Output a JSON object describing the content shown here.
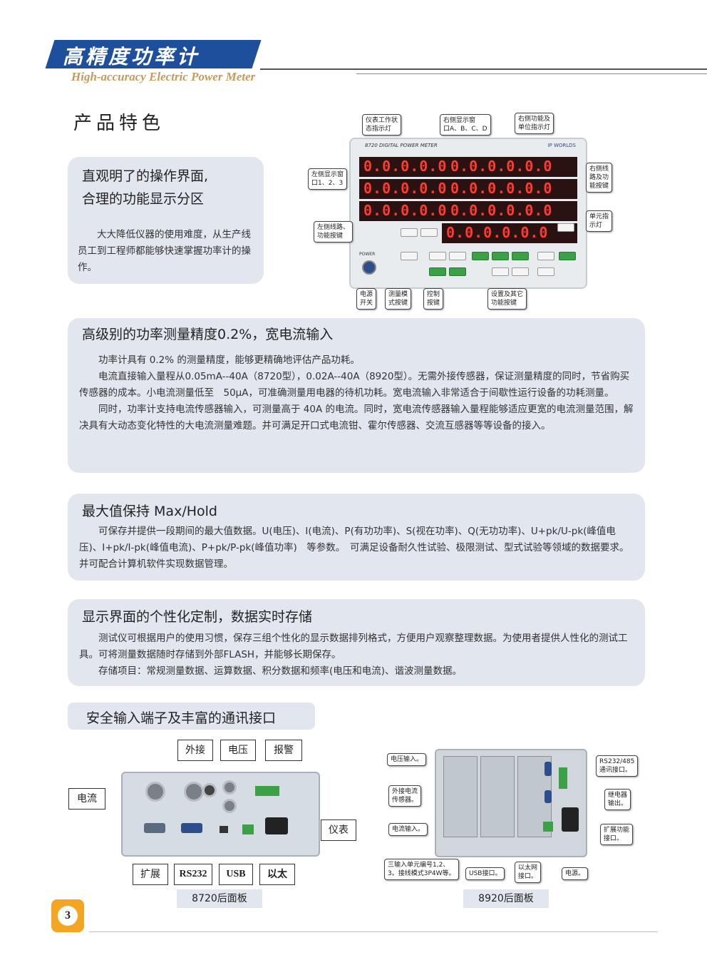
{
  "header": {
    "title_cn": "高精度功率计",
    "title_en": "High-accuracy Electric Power Meter"
  },
  "section_title": "产品特色",
  "feature1": {
    "title_line1": "直观明了的操作界面,",
    "title_line2": "合理的功能显示分区",
    "body": "大大降低仪器的使用难度，从生产线员工到工程师都能够快速掌握功率计的操作。"
  },
  "device": {
    "model_label": "8720 DIGITAL POWER METER",
    "brand": "IP WORLDS",
    "display_rows": [
      "0.0.0.0.0",
      "0.0.0.0.0.0",
      "0.0.0.0.0.0",
      "0.0.0.0.0"
    ],
    "power_label": "POWER",
    "callouts": {
      "status_led": "仪表工作状\n态指示灯",
      "right_window": "右侧显示窗\n口A、B、C、D",
      "right_unit": "右侧功能及\n单位指示灯",
      "left_window": "左侧显示窗\n口1、2、3",
      "right_select": "右侧线\n路及功\n能按键",
      "element_led": "单元指\n示灯",
      "left_select": "左侧线路、\n功能按键",
      "power_switch": "电源\n开关",
      "measure_mode": "测量模\n式按键",
      "control_key": "控制\n按键",
      "setup_key": "设置及其它\n功能按键"
    }
  },
  "feature2": {
    "title": "高级别的功率测量精度0.2%，宽电流输入",
    "p1": "功率计具有 0.2% 的测量精度，能够更精确地评估产品功耗。",
    "p2": "电流直接输入量程从0.05mA--40A（8720型），0.02A--40A（8920型）。无需外接传感器，保证测量精度的同时，节省购买传感器的成本。小电流测量低至　50μA，可准确测量用电器的待机功耗。宽电流输入非常适合于间歇性运行设备的功耗测量。",
    "p3": "同时，功率计支持电流传感器输入，可测量高于 40A 的电流。同时，宽电流传感器输入量程能够适应更宽的电流测量范围，解决具有大动态变化特性的大电流测量难题。并可满足开口式电流钳、霍尔传感器、交流互感器等等设备的接入。"
  },
  "feature3": {
    "title": "最大值保持 Max/Hold",
    "body": "可保存并提供一段期间的最大值数据。U(电压)、I(电流)、P(有功功率)、S(视在功率)、Q(无功功率)、U+pk/U-pk(峰值电压)、I+pk/I-pk(峰值电流)、P+pk/P-pk(峰值功率)　等参数。　可满足设备耐久性试验、极限测试、型式试验等领域的数据要求。并可配合计算机软件实现数据管理。"
  },
  "feature4": {
    "title": "显示界面的个性化定制，数据实时存储",
    "p1": "测试仪可根据用户的使用习惯，保存三组个性化的显示数据排列格式，方便用户观察整理数据。为使用者提供人性化的测试工具。可将测量数据随时存储到外部FLASH，并能够长期保存。",
    "p2": "存储项目：常规测量数据、运算数据、积分数据和频率(电压和电流)、谐波测量数据。"
  },
  "feature5": {
    "title": "安全输入端子及丰富的通讯接口"
  },
  "rear8720": {
    "labels": {
      "external": "外接",
      "voltage": "电压",
      "alarm": "报警",
      "current": "电流",
      "meter": "仪表",
      "expand": "扩展",
      "rs232": "RS232",
      "usb": "USB",
      "ethernet": "以太"
    },
    "caption": "8720后面板"
  },
  "rear8920": {
    "labels": {
      "voltage_input": "电压输入。",
      "rs232_485": "RS232/485\n通讯接口。",
      "ext_sensor": "外接电流\n传感器。",
      "relay": "继电器\n输出。",
      "current_input": "电流输入。",
      "expand": "扩展功能\n接口。",
      "unit_number": "三输入单元编号1,2、\n3。接线模式3P4W等。",
      "usb": "USB接口。",
      "ethernet": "以太网\n接口。",
      "power": "电源。"
    },
    "caption": "8920后面板"
  },
  "page_number": "3",
  "colors": {
    "banner": "#1e4f9c",
    "title_en": "#c89a5a",
    "panel_bg": "#e2e6ef",
    "page_badge": "#f4a522",
    "led_red": "#ff3b2e"
  }
}
